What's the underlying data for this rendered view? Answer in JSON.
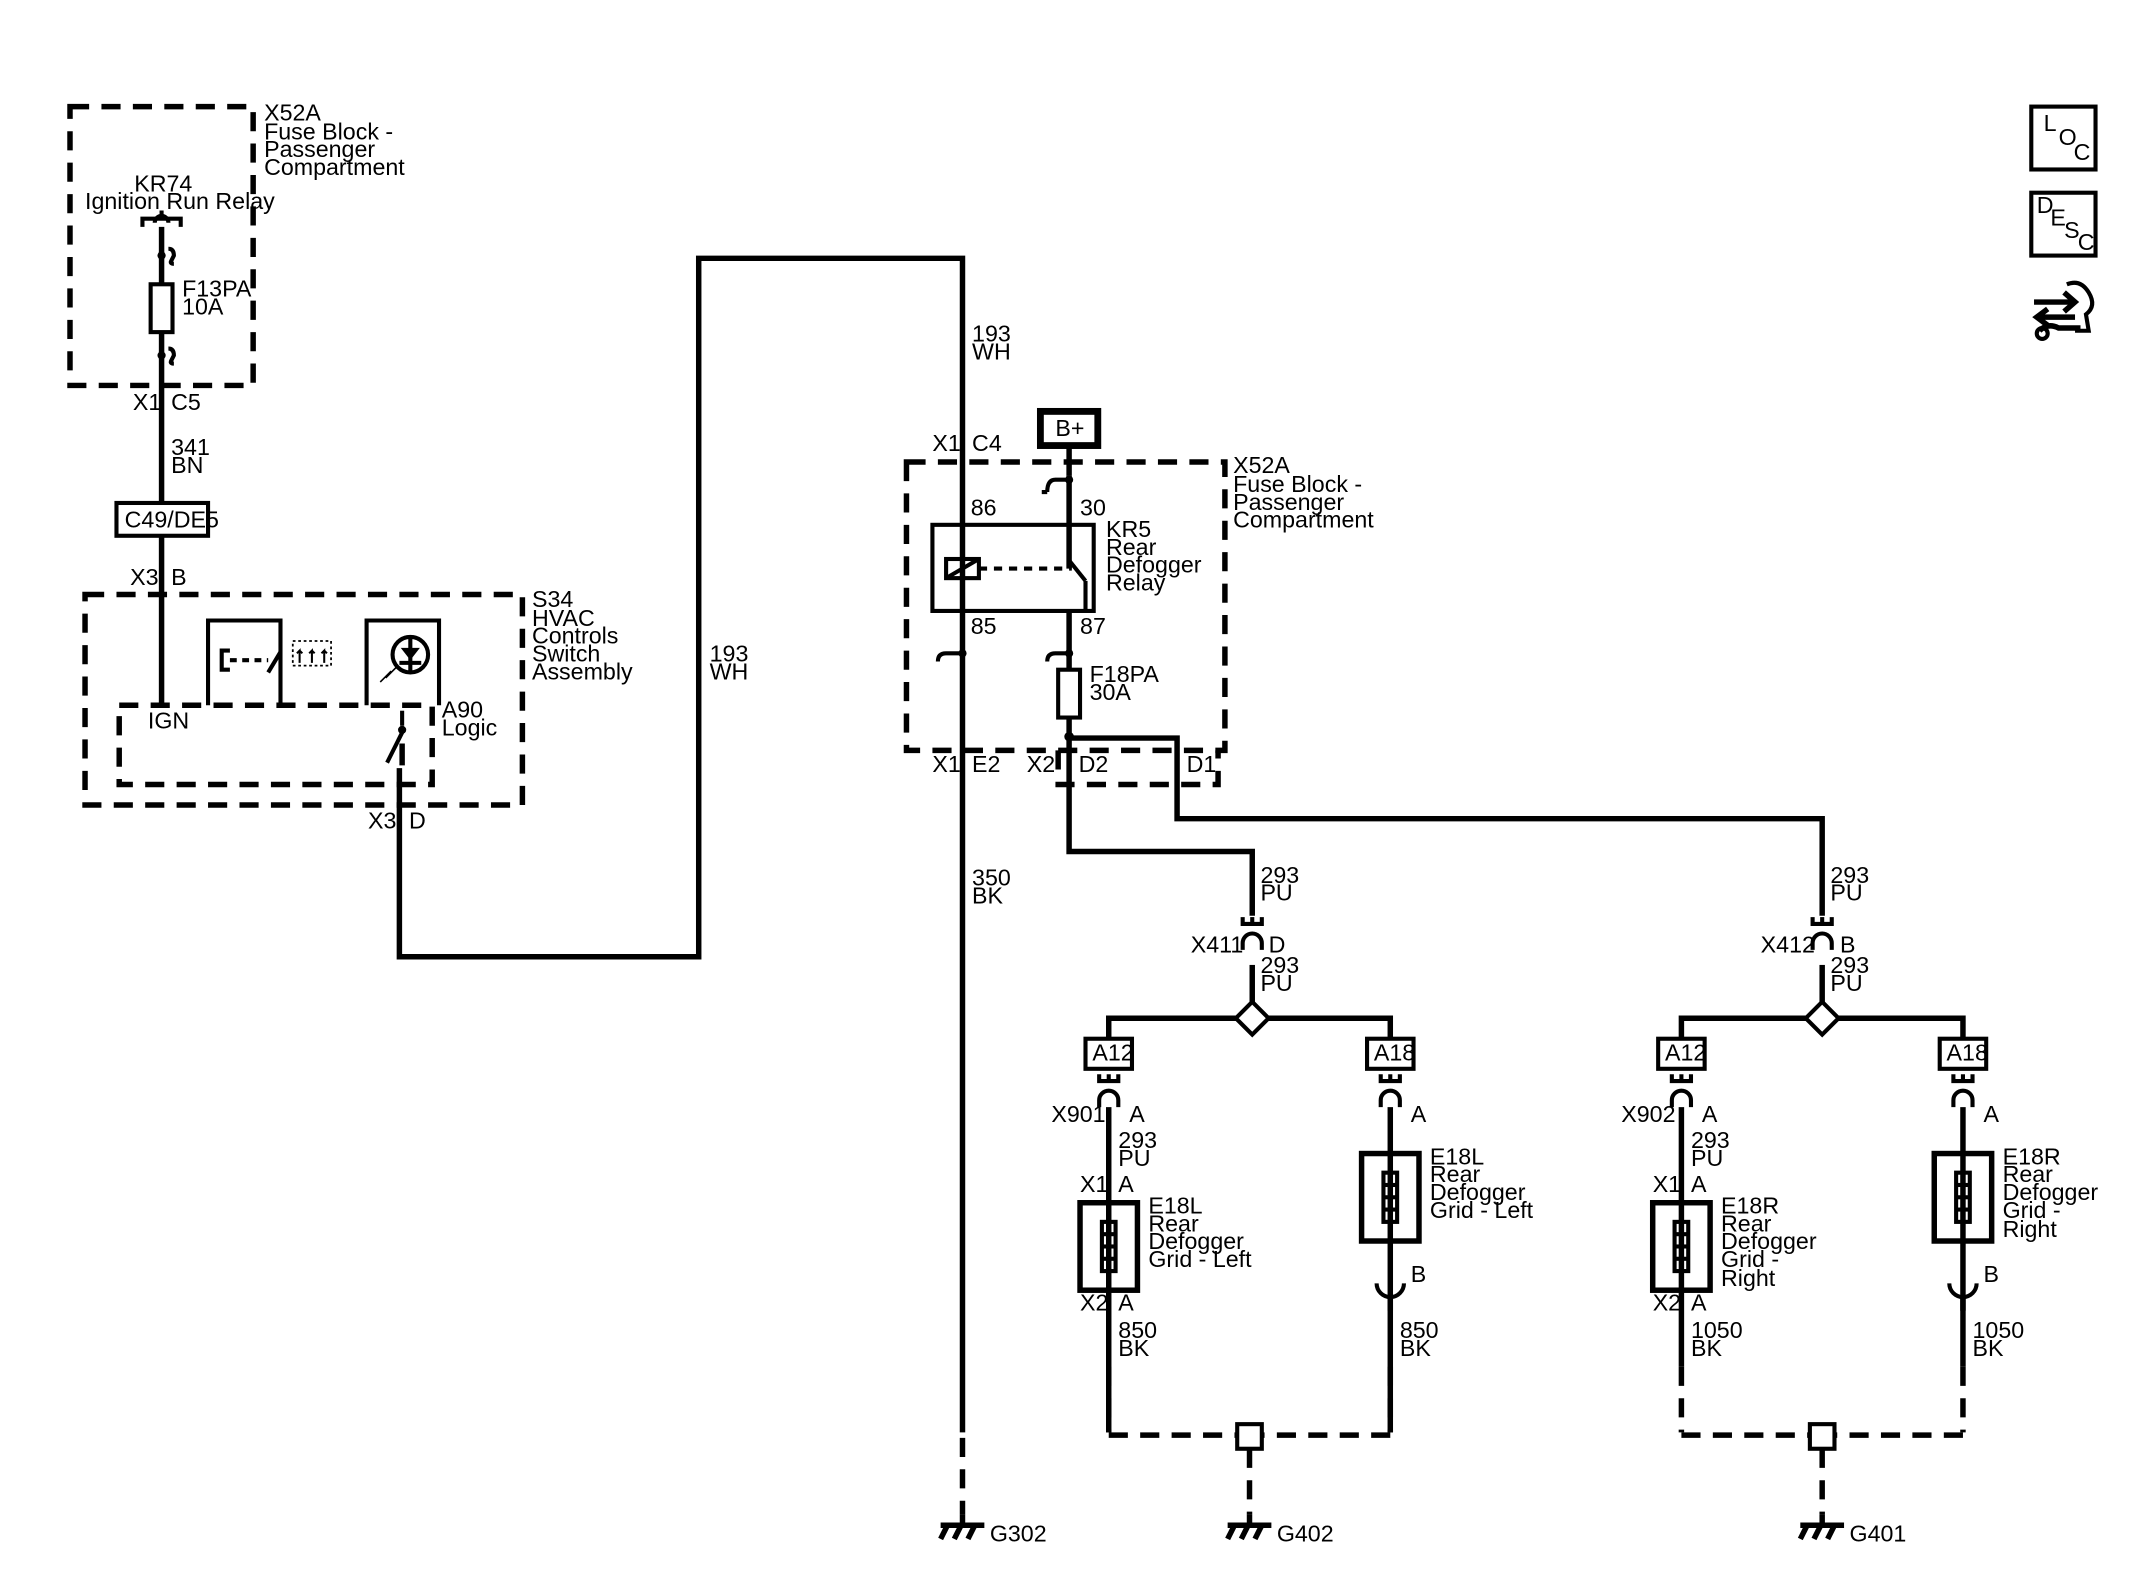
{
  "fuse_block_top": {
    "id": "X52A",
    "name_1": "Fuse Block -",
    "name_2": "Passenger",
    "name_3": "Compartment",
    "conn": "X1",
    "pin": "C5"
  },
  "relay_top": {
    "id": "KR74",
    "name": "Ignition Run Relay"
  },
  "fuse_top": {
    "id": "F13PA",
    "rating": "10A"
  },
  "splice_label": "C49/DE5",
  "hvac": {
    "id": "S34",
    "name_1": "HVAC",
    "name_2": "Controls",
    "name_3": "Switch",
    "name_4": "Assembly",
    "conn_top": "X3",
    "pin_top": "B",
    "ign_label": "IGN",
    "logic_id": "A90",
    "logic_name": "Logic",
    "conn_bottom": "X3",
    "pin_bottom": "D"
  },
  "fuse_block_kr5": {
    "id": "X52A",
    "name_1": "Fuse Block -",
    "name_2": "Passenger",
    "name_3": "Compartment",
    "conn_top": "X1",
    "pin_top": "C4",
    "conn_e2": "X1",
    "pin_e2": "E2",
    "conn_d2": "X2",
    "pin_d2": "D2",
    "pin_d1": "D1"
  },
  "battery_label": "B+",
  "relay_kr5": {
    "id": "KR5",
    "name_1": "Rear",
    "name_2": "Defogger",
    "name_3": "Relay",
    "pin86": "86",
    "pin30": "30",
    "pin85": "85",
    "pin87": "87"
  },
  "fuse_kr5": {
    "id": "F18PA",
    "rating": "30A"
  },
  "wires": {
    "w341": {
      "circuit": "341",
      "color": "BN"
    },
    "w193": {
      "circuit": "193",
      "color": "WH"
    },
    "w350": {
      "circuit": "350",
      "color": "BK"
    },
    "w293": {
      "circuit": "293",
      "color": "PU"
    },
    "w850": {
      "circuit": "850",
      "color": "BK"
    },
    "w1050": {
      "circuit": "1050",
      "color": "BK"
    }
  },
  "left": {
    "conn": "X411",
    "pin": "D",
    "a12": "A12",
    "a18": "A18",
    "g1": {
      "conn": "X901",
      "pin": "A",
      "x1": "X1",
      "pinA": "A",
      "id": "E18L",
      "name_1": "Rear",
      "name_2": "Defogger",
      "name_3": "Grid - Left",
      "x2": "X2",
      "pinA2": "A"
    },
    "g2": {
      "pin": "A",
      "id": "E18L",
      "name_1": "Rear",
      "name_2": "Defogger",
      "name_3": "Grid - Left",
      "pinB": "B"
    }
  },
  "right": {
    "conn": "X412",
    "pin": "B",
    "a12": "A12",
    "a18": "A18",
    "g1": {
      "conn": "X902",
      "pin": "A",
      "x1": "X1",
      "pinA": "A",
      "id": "E18R",
      "name_1": "Rear",
      "name_2": "Defogger",
      "name_3": "Grid -",
      "name_4": "Right",
      "x2": "X2",
      "pinA2": "A"
    },
    "g2": {
      "pin": "A",
      "id": "E18R",
      "name_1": "Rear",
      "name_2": "Defogger",
      "name_3": "Grid -",
      "name_4": "Right",
      "pinB": "B"
    }
  },
  "grounds": [
    "G302",
    "G402",
    "G401"
  ],
  "nav": {
    "loc": [
      "L",
      "O",
      "C"
    ],
    "desc": [
      "D",
      "E",
      "S",
      "C"
    ]
  }
}
